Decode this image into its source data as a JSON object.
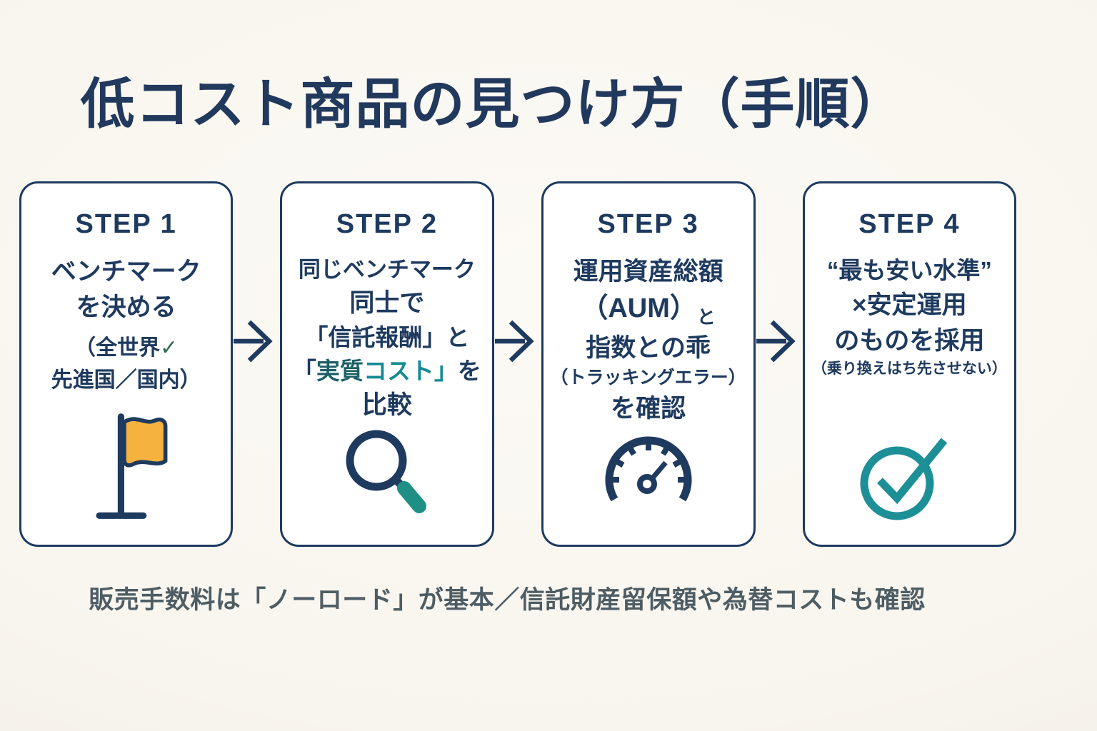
{
  "title": "低コスト商品の見つけ方（手順）",
  "footer": "販売手数料は「ノーロード」が基本／信託財産留保額や為替コストも確認",
  "colors": {
    "navy": "#1e3a5f",
    "teal": "#138b94",
    "teal_dark": "#1d6066",
    "green_check": "#2e6e52",
    "flag_orange": "#f6b23f",
    "footer_slate": "#4e5d64",
    "card_bg": "#ffffff",
    "page_bg": "#f8f5ee"
  },
  "steps": [
    {
      "label": "STEP 1",
      "line1": "ベンチマーク",
      "line2": "を決める",
      "paren1": "（全世界",
      "paren1_slash": "✓",
      "paren2": "先進国／国内）",
      "icon": "flag-icon"
    },
    {
      "label": "STEP 2",
      "line1": "同じベンチマーク",
      "line2": "同士で",
      "line3": "「信託報酬」と",
      "line4_open": "「",
      "line4_q1": "実質",
      "line4_q2": "コスト」",
      "line4_close": "を",
      "line5": "比較",
      "icon": "magnifier-icon"
    },
    {
      "label": "STEP 3",
      "line1": "運用資産総額",
      "line2": "（AUM）",
      "line2_sub": "と",
      "line3": "指数との乖",
      "line4": "（トラッキングエラー）",
      "line5": "を確認",
      "icon": "gauge-icon"
    },
    {
      "label": "STEP 4",
      "line1": "“最も安い水準”",
      "line2": "×安定運用",
      "line3": "のものを採用",
      "line4": "（乗り換えはち先させない）",
      "icon": "check-circle-icon"
    }
  ]
}
